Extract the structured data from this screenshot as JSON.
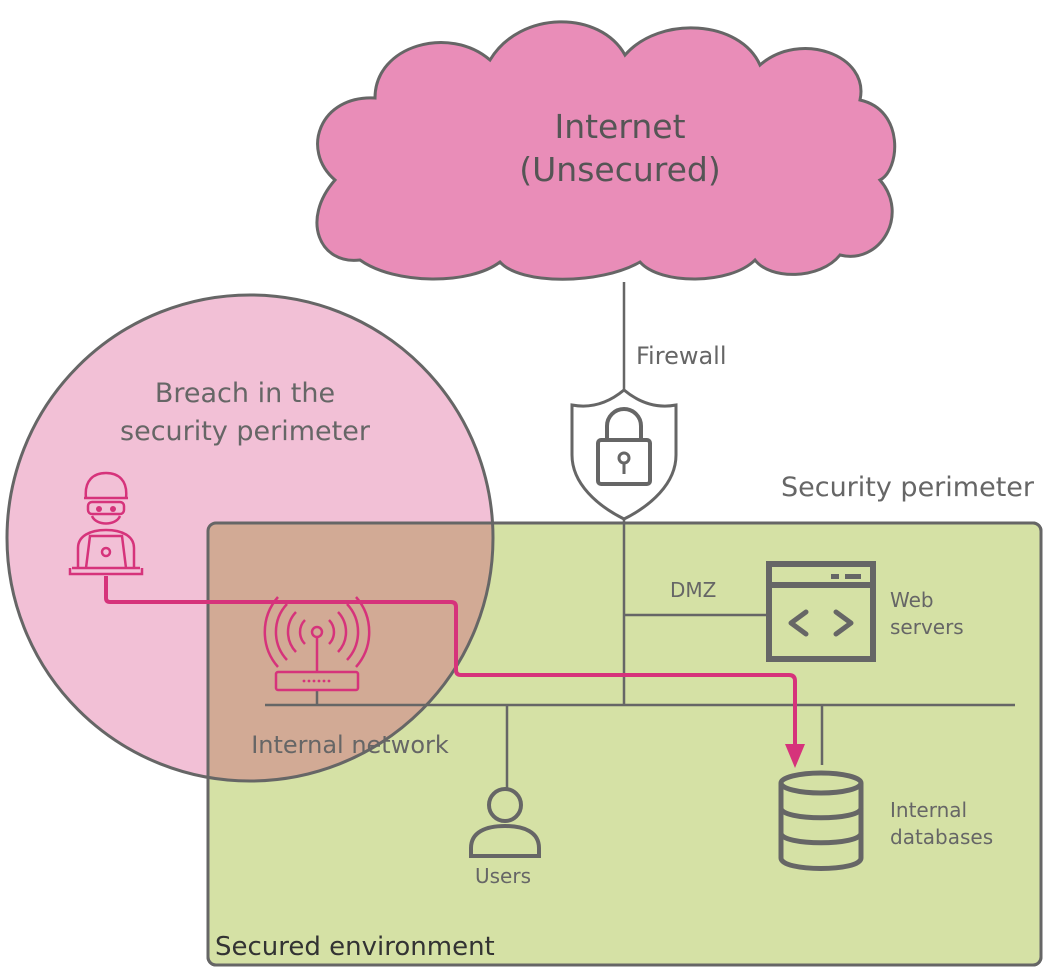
{
  "cloud": {
    "line1": "Internet",
    "line2": "(Unsecured)"
  },
  "firewall": {
    "label": "Firewall"
  },
  "perimeter": {
    "label": "Security perimeter"
  },
  "secured_env": {
    "label": "Secured environment"
  },
  "breach": {
    "line1": "Breach in the",
    "line2": "security perimeter"
  },
  "dmz": {
    "label": "DMZ"
  },
  "web_servers": {
    "line1": "Web",
    "line2": "servers"
  },
  "internal_network": {
    "label": "Internal network"
  },
  "users": {
    "label": "Users"
  },
  "databases": {
    "line1": "Internal",
    "line2": "databases"
  },
  "colors": {
    "cloud_fill": "#e98db8",
    "breach_fill": "#f2c0d6",
    "secured_fill": "#d5e1a5",
    "overlap_fill": "#d2aa95",
    "attack_path": "#d6337b",
    "line_gray": "#666666"
  },
  "icons": {
    "firewall": "shield-lock-icon",
    "attacker": "hacker-laptop-icon",
    "router": "wifi-router-icon",
    "web_server": "code-window-icon",
    "users": "user-icon",
    "databases": "database-icon"
  }
}
